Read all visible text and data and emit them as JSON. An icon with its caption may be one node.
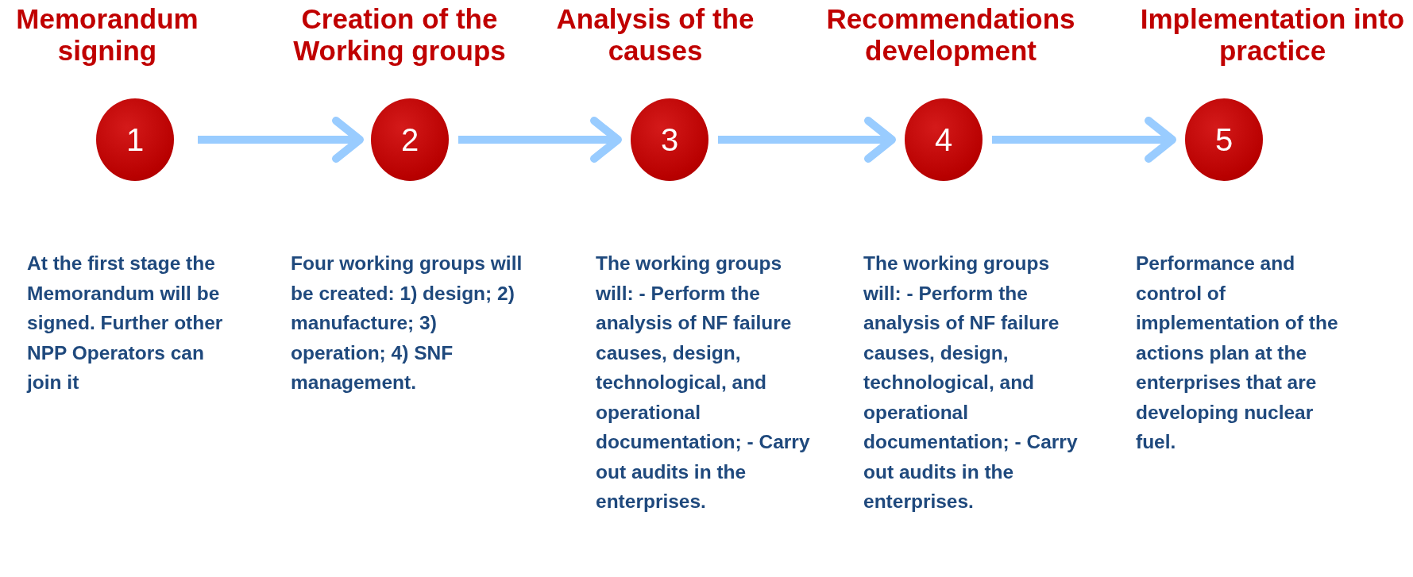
{
  "diagram": {
    "nodes": [
      {
        "text": [
          "1"
        ],
        "beside": [
          "Memorandum signing",
          "At the first stage the Memorandum will be signed. Further other NPP Operators can join it"
        ]
      },
      {
        "text": [
          "2"
        ],
        "beside": [
          "Creation of the Working groups",
          "Four working groups will be created: 1) design; 2) manufacture; 3) operation; 4) SNF management."
        ]
      },
      {
        "text": [
          "3"
        ],
        "beside": [
          "Analysis of the causes",
          "The working groups will: - Perform the analysis of NF failure causes, design, technological, and operational documentation; - Carry out audits in the enterprises."
        ]
      },
      {
        "text": [
          "4"
        ],
        "beside": [
          "Recommendations development",
          "The working groups will: - Perform the analysis of NF failure causes, design, technological, and operational documentation; - Carry out audits in the enterprises."
        ]
      },
      {
        "text": [
          "5"
        ],
        "beside": [
          "Implementation into practice",
          "Performance and control of implementation of the actions plan at the enterprises that are developing nuclear fuel."
        ]
      }
    ],
    "edges": [
      {
        "from": 0,
        "to": 1,
        "arrow": "to"
      },
      {
        "from": 1,
        "to": 2,
        "arrow": "to"
      },
      {
        "from": 2,
        "to": 3,
        "arrow": "to"
      },
      {
        "from": 3,
        "to": 4,
        "arrow": "to"
      }
    ]
  }
}
